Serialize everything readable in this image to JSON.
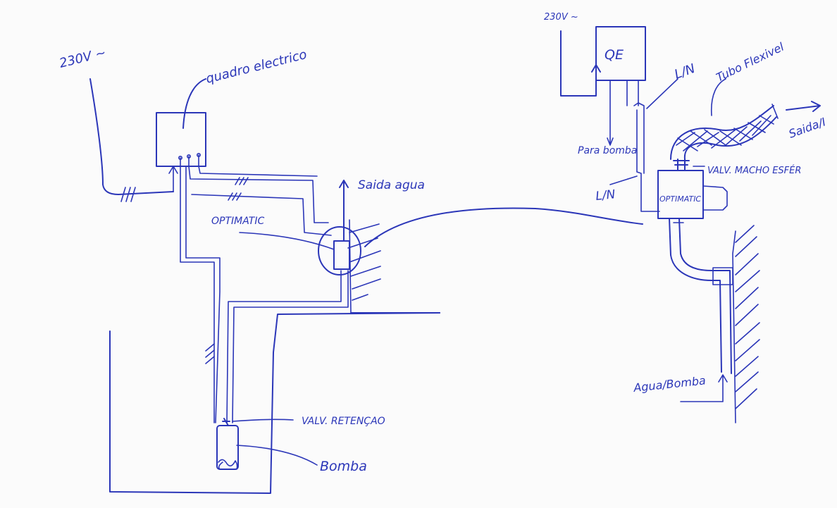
{
  "left": {
    "voltage": "230V ~",
    "panel_label": "quadro electrico",
    "optimatic_label": "OPTIMATIC",
    "water_out_label": "Saida agua",
    "check_valve_label": "VALV. RETENÇAO",
    "pump_label": "Bomba"
  },
  "right": {
    "voltage": "230V ~",
    "panel_label": "QE",
    "ln_top_label": "L/N",
    "ln_side_label": "L/N",
    "to_pump_label": "Para bomba",
    "hose_label": "Tubo Flexivel",
    "outlet_label": "Saida/I",
    "ball_valve_label": "VALV. MACHO ESFÉR",
    "optimatic_label": "OPTIMATIC",
    "water_pump_label": "Agua/Bomba"
  },
  "colors": {
    "ink": "#2b36b8",
    "paper": "#fbfbfb"
  }
}
